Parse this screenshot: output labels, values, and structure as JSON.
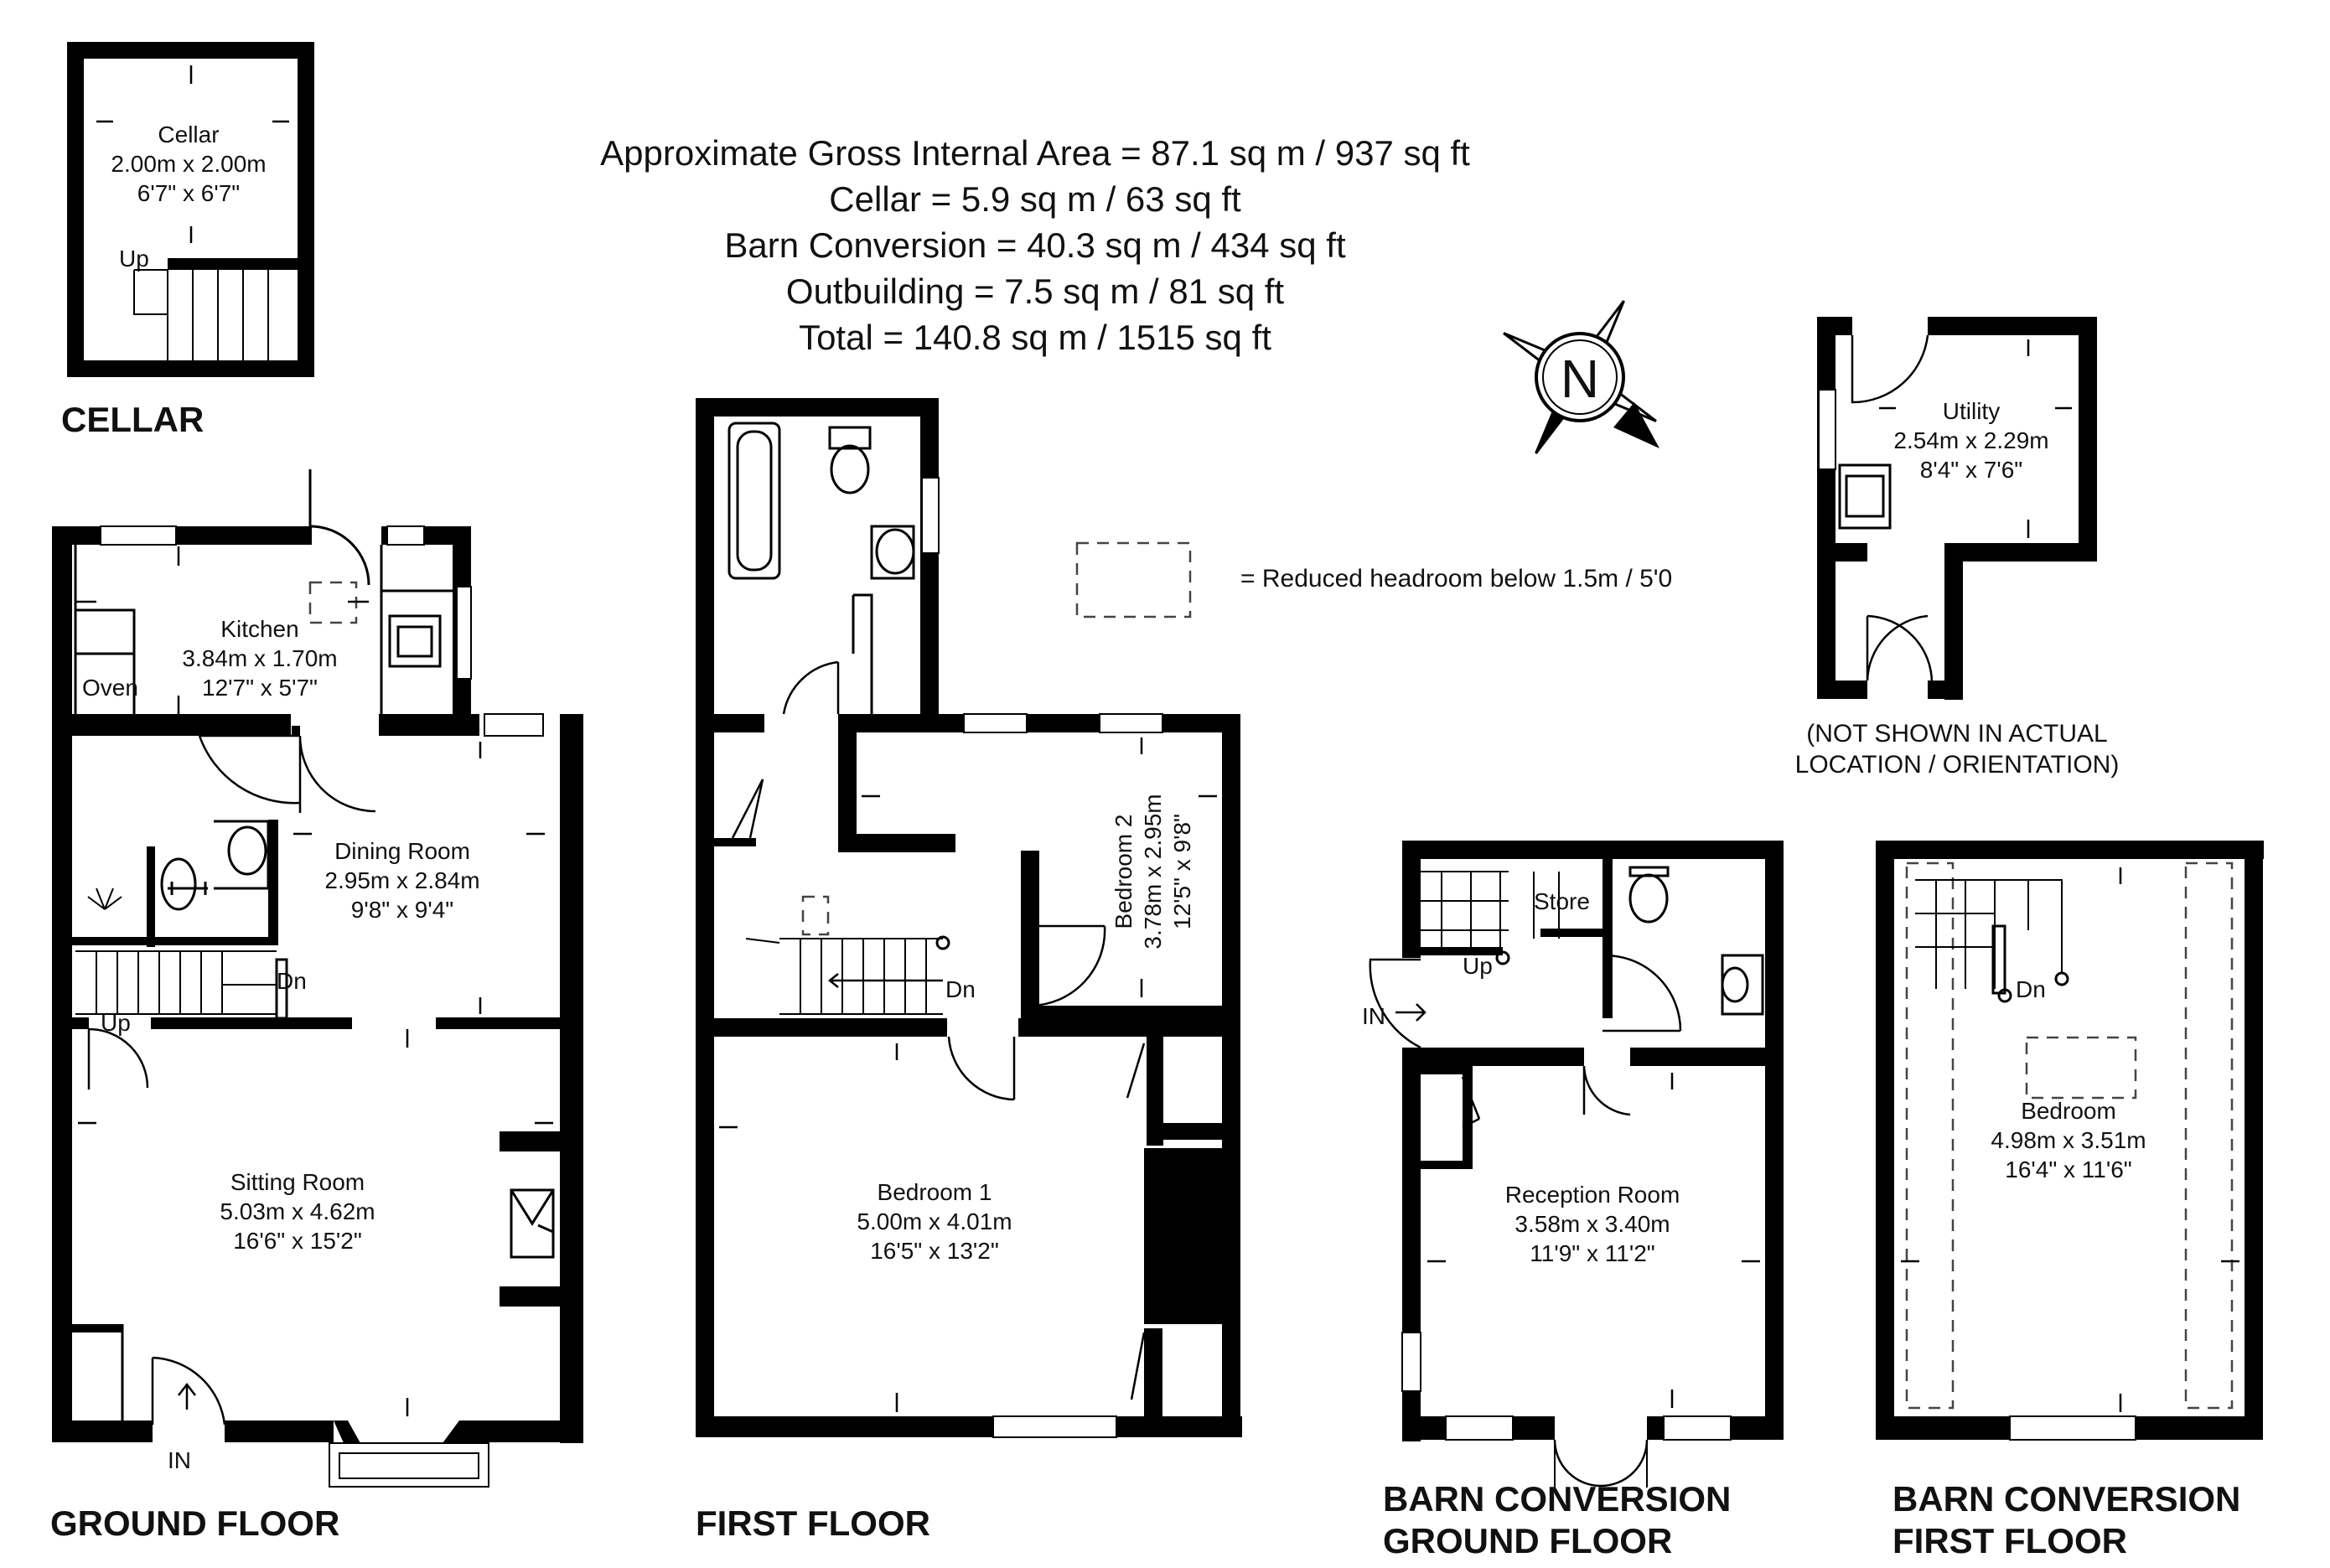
{
  "areas": {
    "gross": "Approximate Gross Internal Area = 87.1 sq m / 937 sq ft",
    "cellar": "Cellar = 5.9 sq m / 63 sq ft",
    "barn": "Barn Conversion = 40.3 sq m / 434 sq ft",
    "outbuilding": "Outbuilding = 7.5 sq m / 81 sq ft",
    "total": "Total = 140.8 sq m / 1515 sq ft"
  },
  "compass": {
    "label": "N"
  },
  "legend": {
    "text": "= Reduced headroom below 1.5m / 5'0"
  },
  "outbuilding_note": {
    "line1": "(NOT SHOWN IN ACTUAL",
    "line2": "LOCATION / ORIENTATION)"
  },
  "floors": {
    "cellar": "CELLAR",
    "ground": "GROUND FLOOR",
    "first": "FIRST FLOOR",
    "barn_ground_1": "BARN CONVERSION",
    "barn_ground_2": "GROUND FLOOR",
    "barn_first_1": "BARN CONVERSION",
    "barn_first_2": "FIRST FLOOR"
  },
  "rooms": {
    "cellar": {
      "name": "Cellar",
      "metric": "2.00m x 2.00m",
      "imperial": "6'7\" x 6'7\""
    },
    "kitchen": {
      "name": "Kitchen",
      "metric": "3.84m x 1.70m",
      "imperial": "12'7\" x 5'7\""
    },
    "dining": {
      "name": "Dining Room",
      "metric": "2.95m x 2.84m",
      "imperial": "9'8\" x 9'4\""
    },
    "sitting": {
      "name": "Sitting Room",
      "metric": "5.03m x 4.62m",
      "imperial": "16'6\" x 15'2\""
    },
    "bedroom1": {
      "name": "Bedroom 1",
      "metric": "5.00m x 4.01m",
      "imperial": "16'5\" x 13'2\""
    },
    "bedroom2": {
      "name": "Bedroom 2",
      "metric": "3.78m x 2.95m",
      "imperial": "12'5\" x 9'8\""
    },
    "utility": {
      "name": "Utility",
      "metric": "2.54m x 2.29m",
      "imperial": "8'4\" x 7'6\""
    },
    "reception": {
      "name": "Reception Room",
      "metric": "3.58m x 3.40m",
      "imperial": "11'9\" x 11'2\""
    },
    "barn_bedroom": {
      "name": "Bedroom",
      "metric": "4.98m x 3.51m",
      "imperial": "16'4\" x 11'6\""
    }
  },
  "labels": {
    "oven": "Oven",
    "store": "Store",
    "up": "Up",
    "dn": "Dn",
    "in": "IN"
  }
}
